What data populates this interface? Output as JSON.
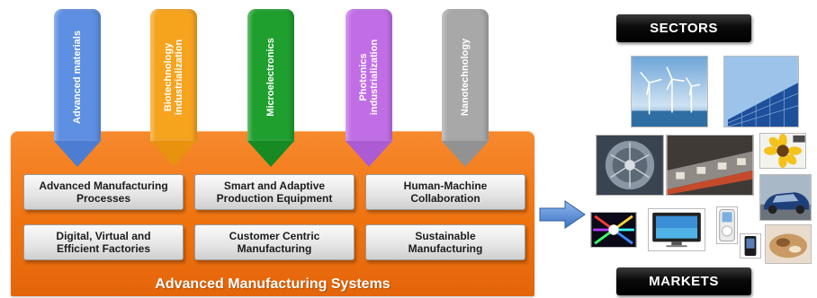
{
  "technologies": [
    {
      "label": "Advanced materials",
      "color": "#5d8fe2",
      "tip": "#4c7dd2"
    },
    {
      "label": "Biotechnology\nindustrialization",
      "color": "#f6a31e",
      "tip": "#e89210"
    },
    {
      "label": "Microelectronics",
      "color": "#1f9f2d",
      "tip": "#178a24"
    },
    {
      "label": "Photonics\nindustrialization",
      "color": "#c16ee6",
      "tip": "#ad5bd3"
    },
    {
      "label": "Nanotechnology",
      "color": "#a8a8a8",
      "tip": "#929292"
    }
  ],
  "systems": {
    "title": "Advanced Manufacturing Systems",
    "boxes": [
      "Advanced Manufacturing\nProcesses",
      "Smart and Adaptive\nProduction Equipment",
      "Human-Machine\nCollaboration",
      "Digital, Virtual and\nEfficient Factories",
      "Customer Centric\nManufacturing",
      "Sustainable\nManufacturing"
    ]
  },
  "sectors_label": "SECTORS",
  "markets_label": "MARKETS",
  "images": [
    "wind-turbines",
    "solar-panels",
    "turbine-engine",
    "assembly-line",
    "sunflower",
    "car",
    "light-spectrum",
    "flat-screen-tv",
    "mp3-player",
    "mobile-phone",
    "food"
  ],
  "colors": {
    "panel": "#ef7410",
    "arrow": "#4a86d6",
    "banner": "#000000"
  }
}
